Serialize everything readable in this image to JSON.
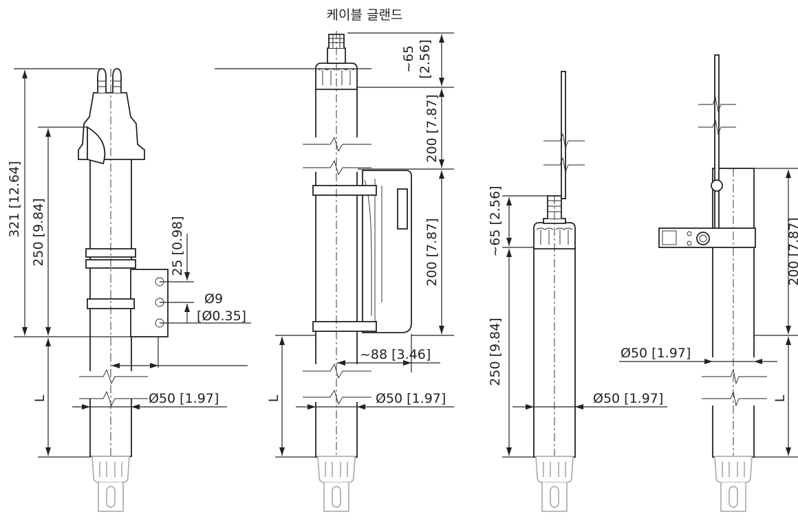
{
  "callouts": {
    "cable_gland": "케이블 글랜드"
  },
  "dimensions": {
    "d321": "321 [12.64]",
    "d250_a": "250 [9.84]",
    "d25": "25 [0.98]",
    "phi9": "Ø9",
    "phi035": "[Ø0.35]",
    "phi50_a": "Ø50 [1.97]",
    "L_a": "L",
    "d65_a": "~65",
    "d256_a": "[2.56]",
    "d200_top": "200 [7.87]",
    "d200_mid": "200 [7.87]",
    "d88": "~88 [3.46]",
    "phi50_b": "Ø50 [1.97]",
    "L_b": "L",
    "d65_c": "~65 [2.56]",
    "d250_c": "250 [9.84]",
    "phi50_c": "Ø50 [1.97]",
    "d200_d": "200 [7.87]",
    "phi50_d": "Ø50 [1.97]",
    "L_d": "L"
  }
}
